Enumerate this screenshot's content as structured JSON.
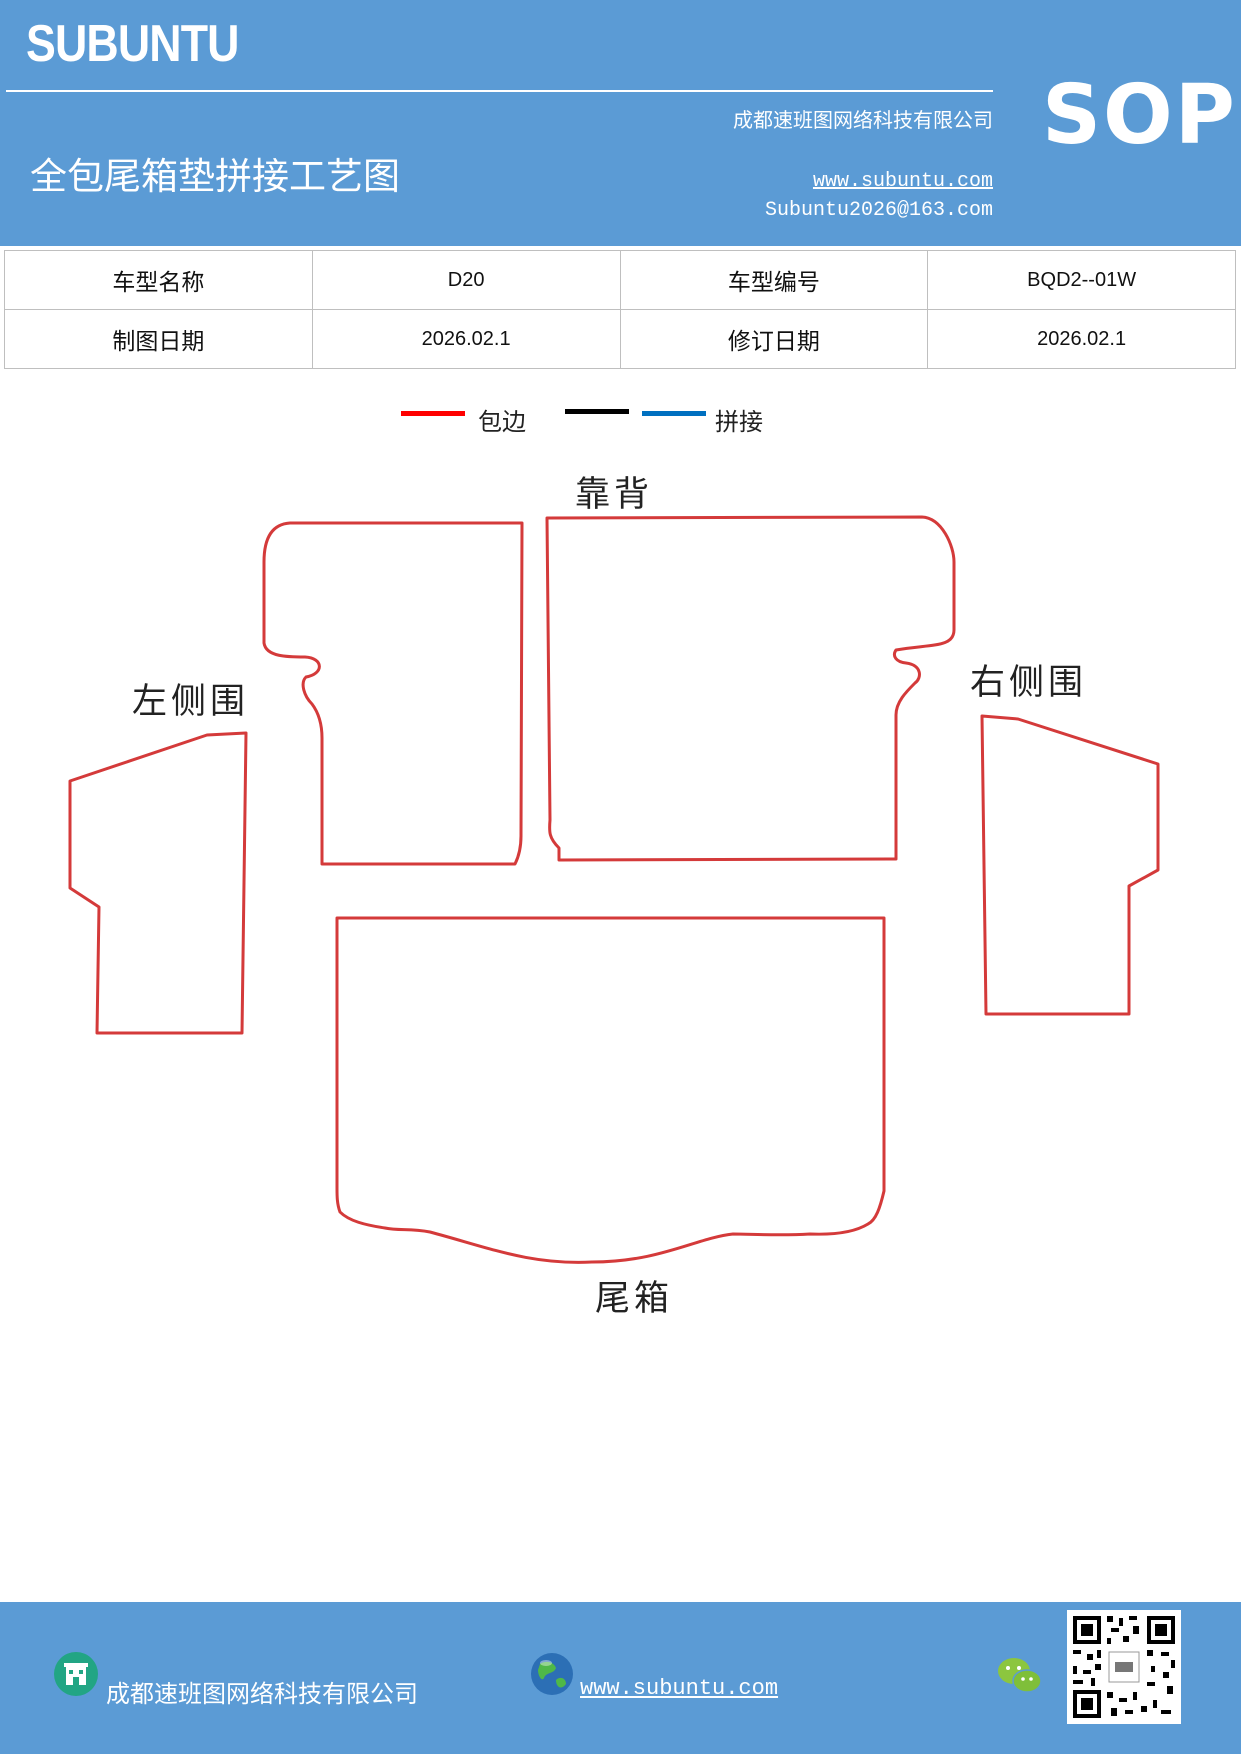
{
  "header": {
    "brand": "SUBUNTU",
    "company": "成都速班图网络科技有限公司",
    "title": "全包尾箱垫拼接工艺图",
    "website": "www.subuntu.com",
    "email": "Subuntu2026@163.com",
    "badge": "SOP"
  },
  "info_table": {
    "rows": [
      [
        "车型名称",
        "D20",
        "车型编号",
        "BQD2--01W"
      ],
      [
        "制图日期",
        "2026.02.1",
        "修订日期",
        "2026.02.1"
      ]
    ]
  },
  "legend": {
    "items": [
      {
        "label": "包边",
        "color": "#ff0000"
      },
      {
        "label": "",
        "color": "#000000"
      },
      {
        "label": "拼接",
        "color": "#0070c0"
      }
    ]
  },
  "pieces": {
    "backrest": "靠背",
    "left_side": "左侧围",
    "right_side": "右侧围",
    "trunk": "尾箱"
  },
  "colors": {
    "header_bg": "#5b9bd5",
    "outline": "#d43a3a"
  },
  "footer": {
    "company": "成都速班图网络科技有限公司",
    "website": "www.subuntu.com",
    "icons": [
      "building-icon",
      "globe-icon",
      "wechat-icon",
      "qr-code"
    ]
  }
}
